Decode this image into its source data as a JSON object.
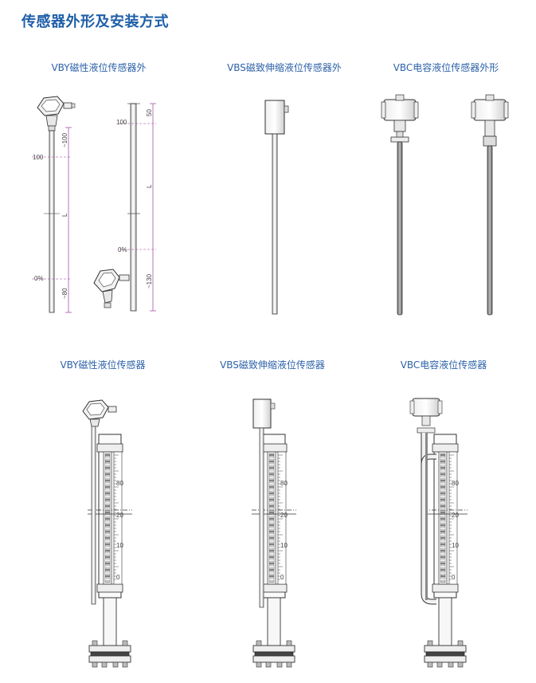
{
  "page": {
    "title": "传感器外形及安装方式"
  },
  "captions": {
    "top_1": "VBY磁性液位传感器外",
    "top_2": "VBS磁致伸缩液位传感器外",
    "top_3": "VBC电容液位传感器外形",
    "bottom_1": "VBY磁性液位传感器",
    "bottom_2": "VBS磁致伸缩液位传感器",
    "bottom_3": "VBC电容液位传感器"
  },
  "dims": {
    "left_100": "100",
    "left_0pct": "0%",
    "dim_neg100": "~100",
    "dim_L": "L",
    "dim_neg80": "~80",
    "right_100": "100",
    "right_0pct": "0%",
    "dim_50": "50",
    "dim_L2": "L",
    "dim_neg130": "~130"
  },
  "scale": {
    "v80": "80",
    "v20": "20",
    "v10": "10",
    "v0": "0"
  },
  "colors": {
    "title": "#1f5fa8",
    "caption": "#2d62a8",
    "dimension": "#9b3b9b"
  }
}
